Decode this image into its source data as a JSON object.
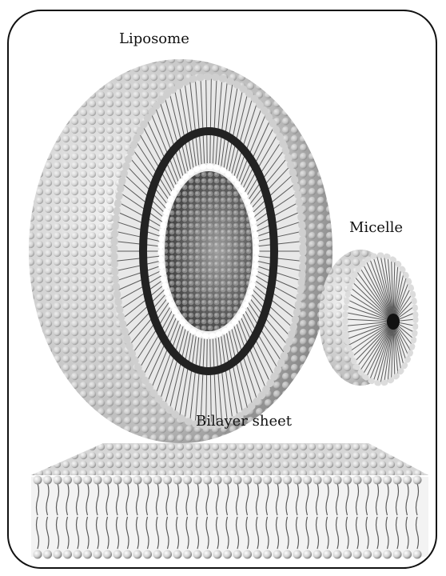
{
  "labels": {
    "liposome": "Liposome",
    "micelle": "Micelle",
    "bilayer": "Bilayer sheet"
  },
  "colors": {
    "head_light": "#f2f2f2",
    "head_dark": "#8a8a8a",
    "tail": "#5a5a5a",
    "interior": "#1a1a1a",
    "frame": "#111111"
  }
}
